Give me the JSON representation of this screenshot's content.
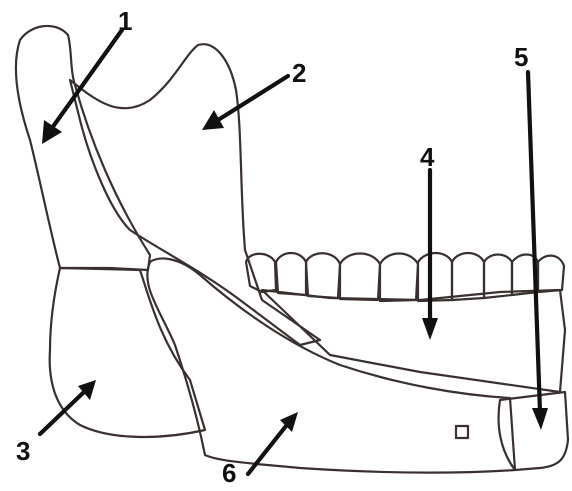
{
  "diagram": {
    "subject": "mandible-regions",
    "colors": {
      "outline": "#3a3032",
      "region_fill": "#f6f4f4",
      "hatch": "#5a4e50",
      "arrow": "#111111",
      "teeth": "#ffffff"
    },
    "labels": [
      {
        "id": "1",
        "text": "1"
      },
      {
        "id": "2",
        "text": "2"
      },
      {
        "id": "3",
        "text": "3"
      },
      {
        "id": "4",
        "text": "4"
      },
      {
        "id": "5",
        "text": "5"
      },
      {
        "id": "6",
        "text": "6"
      }
    ]
  }
}
